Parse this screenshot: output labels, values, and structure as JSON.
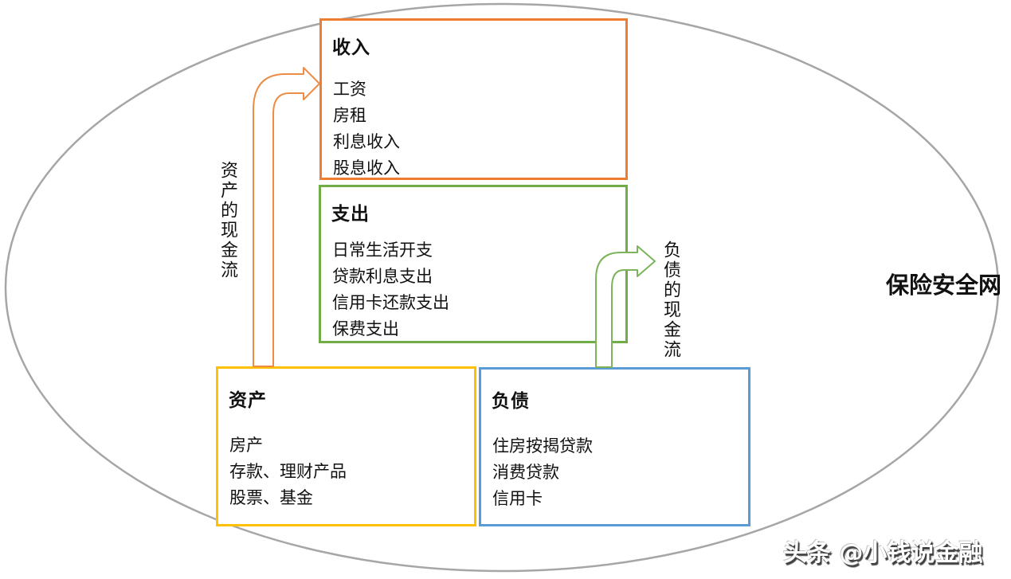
{
  "ellipse": {
    "label": "保险安全网"
  },
  "watermark": {
    "text": "头条 @小钱说金融"
  },
  "colors": {
    "ellipse_stroke": "#A6A6A6",
    "income_border": "#ED7D31",
    "expense_border": "#70AD47",
    "asset_border": "#FFC000",
    "liability_border": "#5B9BD5",
    "asset_arrow_stroke": "#ED8C44",
    "liability_arrow_stroke": "#7CB35B",
    "arrow_fill": "#FFFFFF"
  },
  "boxes": {
    "income": {
      "title": "收入",
      "items": [
        "工资",
        "房租",
        "利息收入",
        "股息收入"
      ]
    },
    "expense": {
      "title": "支出",
      "items": [
        "日常生活开支",
        "贷款利息支出",
        "信用卡还款支出",
        "保费支出"
      ]
    },
    "asset": {
      "title": "资产",
      "items": [
        "房产",
        "存款、理财产品",
        "股票、基金"
      ]
    },
    "liability": {
      "title": "负债",
      "items": [
        "住房按揭贷款",
        "消费贷款",
        "信用卡"
      ]
    }
  },
  "arrows": {
    "asset_flow_label": "资产的现金流",
    "liability_flow_label": "负债的现金流"
  }
}
